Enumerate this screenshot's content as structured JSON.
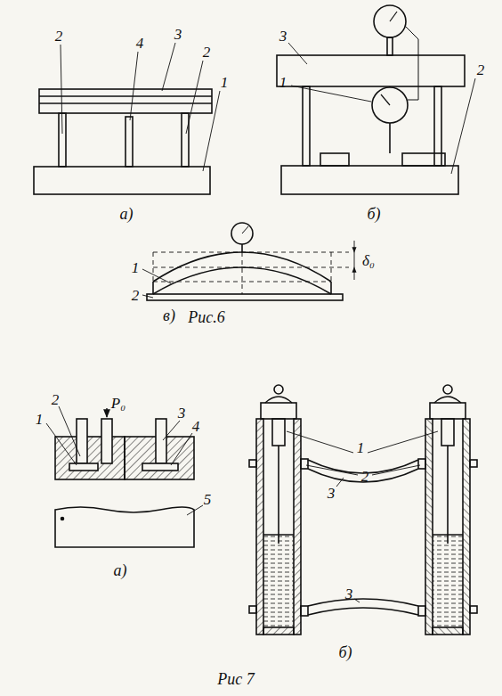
{
  "diagram": {
    "labels": [
      "2",
      "3",
      "4",
      "2",
      "1",
      "а)",
      "3",
      "1",
      "2",
      "б)",
      "1",
      "δ₀",
      "2",
      "в)",
      "Рис.6",
      "2",
      "P₀",
      "1",
      "3",
      "4",
      "5",
      "а)",
      "1",
      "2",
      "3",
      "3",
      "б)",
      "Рис 7"
    ]
  }
}
